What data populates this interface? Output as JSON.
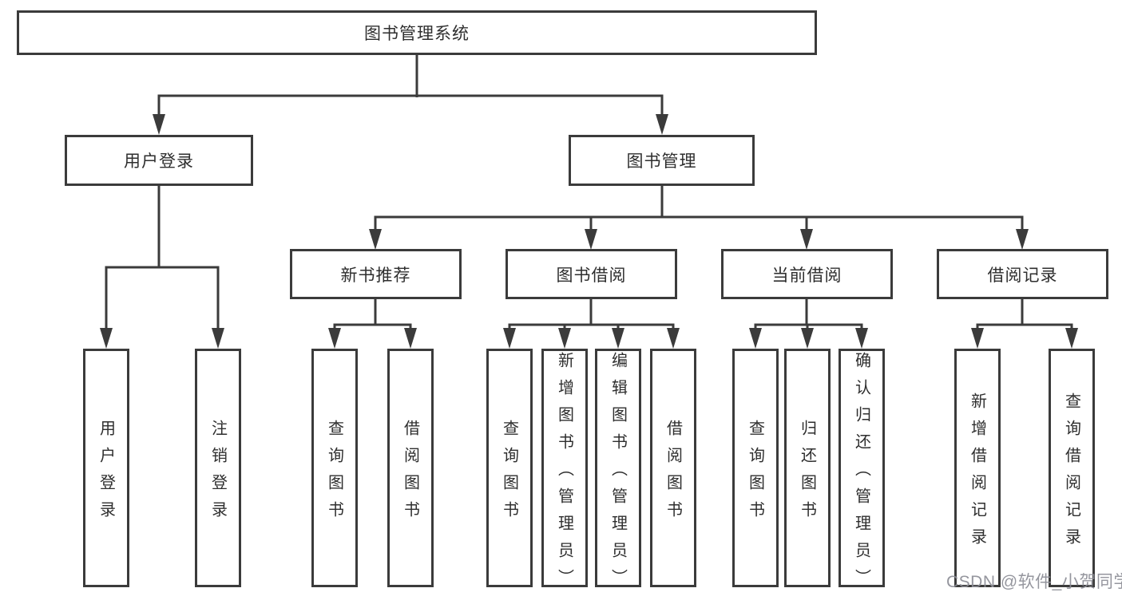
{
  "colors": {
    "line": "#3b3b3b",
    "text": "#2e2e2e",
    "background": "#ffffff",
    "watermark": "#8c8d96"
  },
  "nodes": {
    "root": "图书管理系统",
    "l2_user_login": "用户登录",
    "l2_book_mgmt": "图书管理",
    "l3_new_book": "新书推荐",
    "l3_book_borrow": "图书借阅",
    "l3_current_borrow": "当前借阅",
    "l3_borrow_record": "借阅记录",
    "leaf_user_login": "用户登录",
    "leaf_logout": "注销登录",
    "leaf_nb_query": "查询图书",
    "leaf_nb_borrow": "借阅图书",
    "leaf_bb_query": "查询图书",
    "leaf_bb_add": "新增图书（管理员）",
    "leaf_bb_edit": "编辑图书（管理员）",
    "leaf_bb_borrow": "借阅图书",
    "leaf_cb_query": "查询图书",
    "leaf_cb_return": "归还图书",
    "leaf_cb_confirm": "确认归还（管理员）",
    "leaf_br_add": "新增借阅记录",
    "leaf_br_query": "查询借阅记录"
  },
  "hierarchy": {
    "图书管理系统": {
      "用户登录": [
        "用户登录",
        "注销登录"
      ],
      "图书管理": {
        "新书推荐": [
          "查询图书",
          "借阅图书"
        ],
        "图书借阅": [
          "查询图书",
          "新增图书（管理员）",
          "编辑图书（管理员）",
          "借阅图书"
        ],
        "当前借阅": [
          "查询图书",
          "归还图书",
          "确认归还（管理员）"
        ],
        "借阅记录": [
          "新增借阅记录",
          "查询借阅记录"
        ]
      }
    }
  },
  "watermark": "CSDN @软件_小贺同学"
}
